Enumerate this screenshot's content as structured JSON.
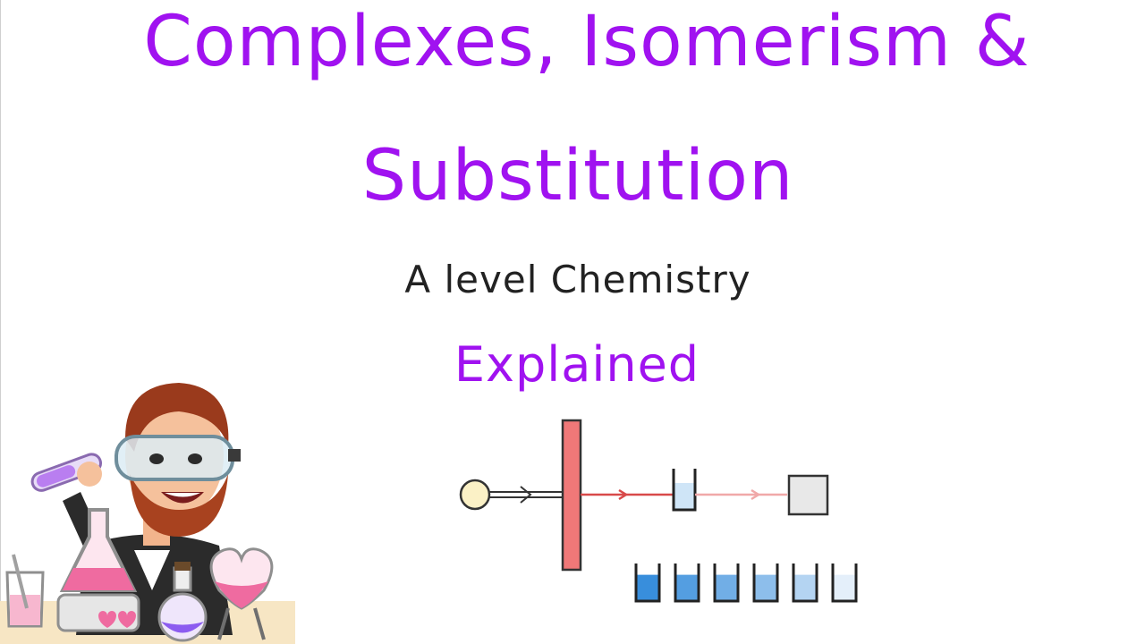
{
  "title": {
    "line1": "Complexes, Isomerism &",
    "line2": "Substitution"
  },
  "subtitle": "A level Chemistry",
  "tagline": "Explained",
  "colors": {
    "title_purple": "#a012f0",
    "subtitle_dark": "#222222",
    "column_red": "#f07878",
    "liquid_blue": "#1e7fd8",
    "arrow_red": "#d84a4a"
  },
  "icons": {
    "character": "scientist-avatar-icon",
    "apparatus": "chromatography-apparatus-icon"
  },
  "fraction_levels": [
    0.95,
    0.8,
    0.65,
    0.5,
    0.3,
    0.05
  ]
}
